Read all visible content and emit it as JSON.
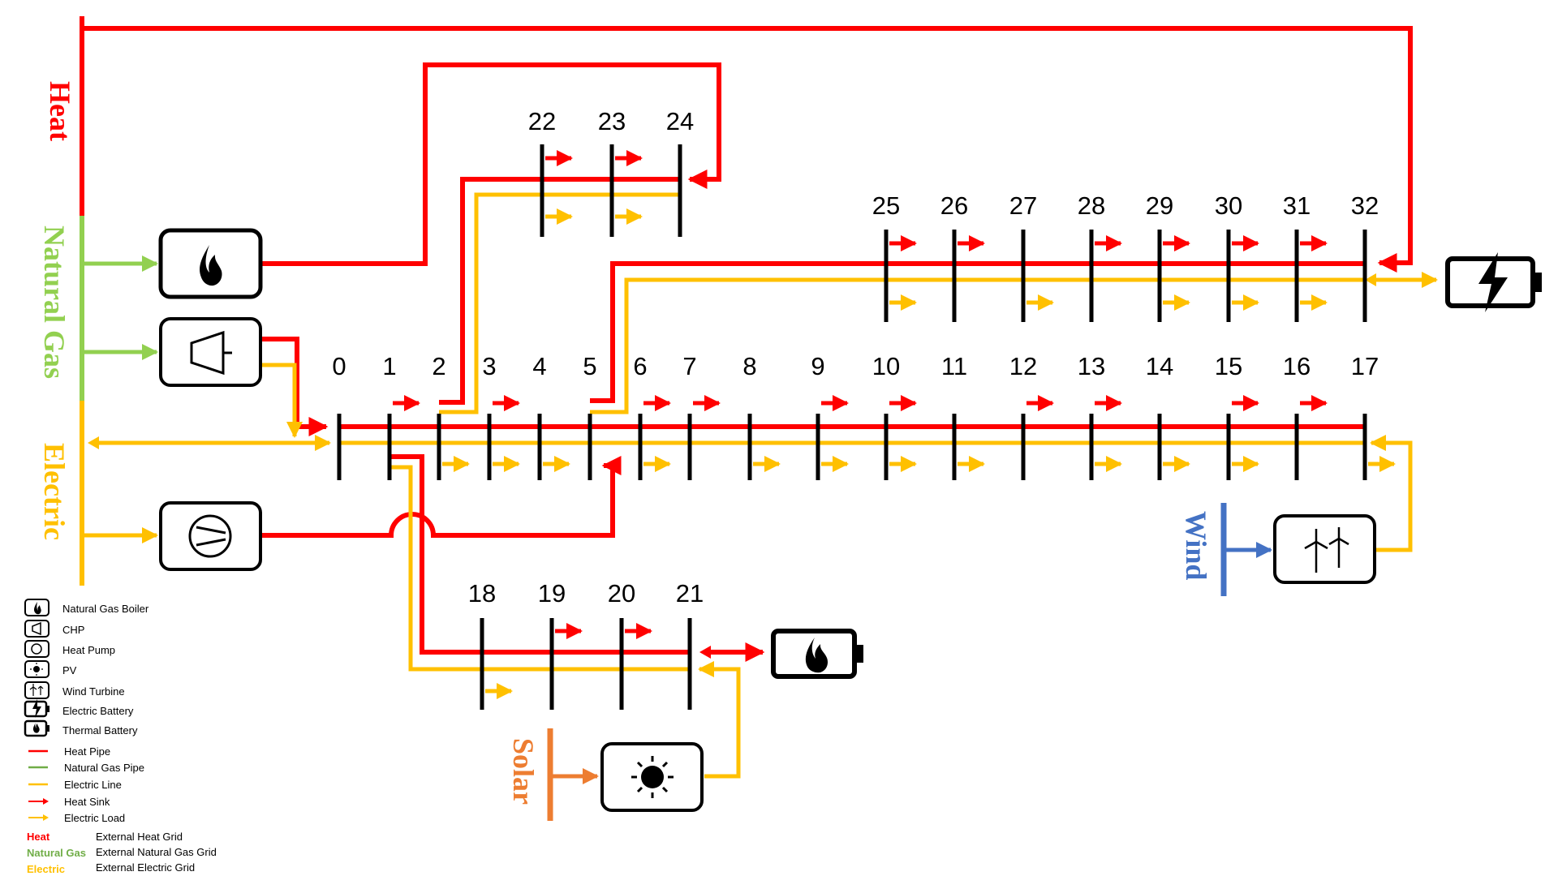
{
  "colors": {
    "heat": "#ff0000",
    "gas": "#92d050",
    "electric": "#ffc000",
    "wind": "#4472c4",
    "solar": "#ed7d31",
    "bus": "#000000"
  },
  "grid_labels": {
    "heat": "Heat",
    "gas": "Natural Gas",
    "electric": "Electric",
    "wind": "Wind",
    "solar": "Solar"
  },
  "nodes": [
    "0",
    "1",
    "2",
    "3",
    "4",
    "5",
    "6",
    "7",
    "8",
    "9",
    "10",
    "11",
    "12",
    "13",
    "14",
    "15",
    "16",
    "17",
    "18",
    "19",
    "20",
    "21",
    "22",
    "23",
    "24",
    "25",
    "26",
    "27",
    "28",
    "29",
    "30",
    "31",
    "32"
  ],
  "legend": {
    "devices": [
      {
        "icon": "flame-icon",
        "label": "Natural Gas Boiler"
      },
      {
        "icon": "chp-icon",
        "label": "CHP"
      },
      {
        "icon": "heat-pump-icon",
        "label": "Heat Pump"
      },
      {
        "icon": "sun-icon",
        "label": "PV"
      },
      {
        "icon": "wind-turbine-icon",
        "label": "Wind Turbine"
      },
      {
        "icon": "electric-battery-icon",
        "label": "Electric Battery"
      },
      {
        "icon": "thermal-battery-icon",
        "label": "Thermal Battery"
      }
    ],
    "lines": [
      {
        "type": "heat",
        "label": "Heat Pipe"
      },
      {
        "type": "gas",
        "label": "Natural Gas Pipe"
      },
      {
        "type": "electric",
        "label": "Electric Line"
      },
      {
        "type": "heat-arrow",
        "label": "Heat Sink"
      },
      {
        "type": "electric-arrow",
        "label": "Electric Load"
      }
    ],
    "grids": [
      {
        "key": "Heat",
        "color": "heat",
        "label": "External Heat Grid"
      },
      {
        "key": "Natural Gas",
        "color": "gas",
        "label": "External Natural Gas Grid"
      },
      {
        "key": "Electric",
        "color": "electric",
        "label": "External Electric Grid"
      }
    ]
  }
}
